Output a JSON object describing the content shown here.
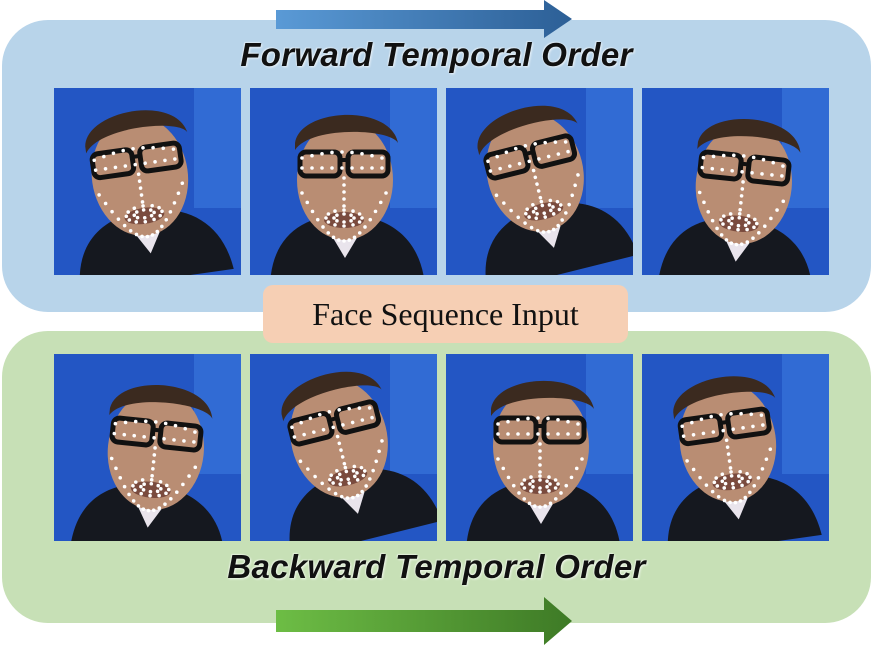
{
  "forward": {
    "title": "Forward Temporal Order",
    "color": "#b8d4ea",
    "arrow_gradient": [
      "#5a9ad6",
      "#2c5f96"
    ]
  },
  "backward": {
    "title": "Backward Temporal Order",
    "color": "#c7e0b6",
    "arrow_gradient": [
      "#6dbd45",
      "#3e7a26"
    ]
  },
  "center_label": "Face Sequence Input",
  "frames": {
    "forward": [
      {
        "pose": "down-left"
      },
      {
        "pose": "down"
      },
      {
        "pose": "down-left-tilt"
      },
      {
        "pose": "down-far"
      }
    ],
    "backward": [
      {
        "pose": "down-far"
      },
      {
        "pose": "down-left-tilt"
      },
      {
        "pose": "down"
      },
      {
        "pose": "down-left"
      }
    ]
  }
}
